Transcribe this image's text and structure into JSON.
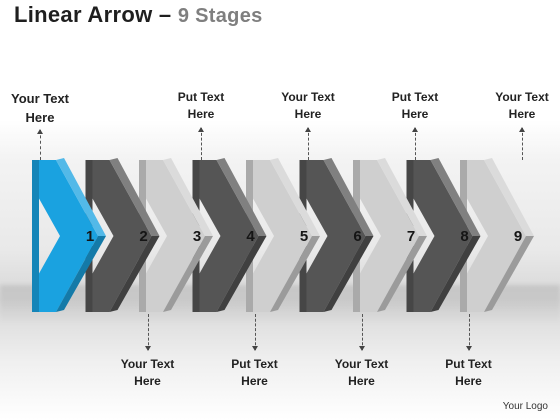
{
  "title": {
    "main": "Linear Arrow",
    "separator": "–",
    "subtitle": "9 Stages"
  },
  "stages": [
    {
      "number": "1",
      "label": "Your Text\nHere",
      "position": "top",
      "color": "#1aa2e0"
    },
    {
      "number": "2",
      "label": "Your Text\nHere",
      "position": "bottom",
      "color": "#555555"
    },
    {
      "number": "3",
      "label": "Put Text\nHere",
      "position": "top",
      "color": "#cfcfcf"
    },
    {
      "number": "4",
      "label": "Put Text\nHere",
      "position": "bottom",
      "color": "#555555"
    },
    {
      "number": "5",
      "label": "Your Text\nHere",
      "position": "top",
      "color": "#cfcfcf"
    },
    {
      "number": "6",
      "label": "Your Text\nHere",
      "position": "bottom",
      "color": "#555555"
    },
    {
      "number": "7",
      "label": "Put Text\nHere",
      "position": "top",
      "color": "#cfcfcf"
    },
    {
      "number": "8",
      "label": "Put Text\nHere",
      "position": "bottom",
      "color": "#555555"
    },
    {
      "number": "9",
      "label": "Your Text\nHere",
      "position": "top",
      "color": "#cfcfcf"
    }
  ],
  "footer": "Your Logo"
}
